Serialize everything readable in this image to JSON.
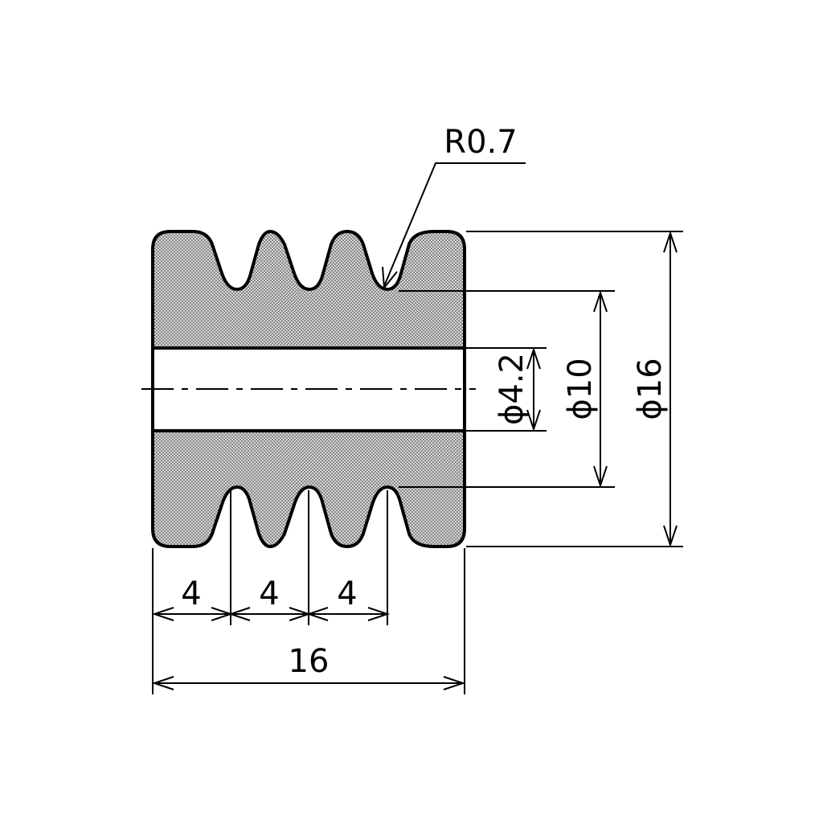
{
  "dimensions": {
    "radius_label": "R0.7",
    "bore_label": "ϕ4.2",
    "root_diameter_label": "ϕ10",
    "outer_diameter_label": "ϕ16",
    "pitch_label_1": "4",
    "pitch_label_2": "4",
    "pitch_label_3": "4",
    "overall_length_label": "16"
  },
  "colors": {
    "line": "#000000",
    "background": "#ffffff",
    "hatch": "#9a9a9a"
  }
}
